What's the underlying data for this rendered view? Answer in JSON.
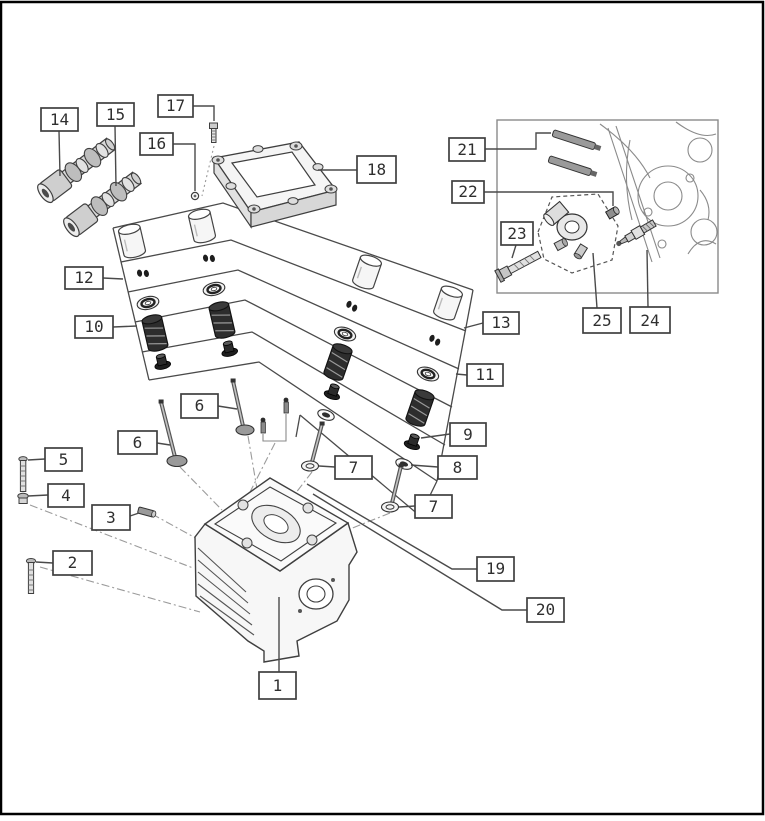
{
  "figure": {
    "kind": "exploded-parts-diagram",
    "subject": "engine cylinder head assembly"
  },
  "colors": {
    "background": "#ffffff",
    "ink": "#3f3f3f",
    "leader": "#4a4a4a",
    "dark_fill": "#2a2a2a",
    "light_fill": "#f2f2f2",
    "construction": "#9b9b9b",
    "frame": "#000000",
    "panel_border": "#8a8a8a"
  },
  "callouts": [
    {
      "id": "1",
      "label": "1"
    },
    {
      "id": "2",
      "label": "2"
    },
    {
      "id": "3",
      "label": "3"
    },
    {
      "id": "4",
      "label": "4"
    },
    {
      "id": "5",
      "label": "5"
    },
    {
      "id": "6-upper",
      "label": "6"
    },
    {
      "id": "6-lower",
      "label": "6"
    },
    {
      "id": "7-left",
      "label": "7"
    },
    {
      "id": "7-right",
      "label": "7"
    },
    {
      "id": "8",
      "label": "8"
    },
    {
      "id": "9",
      "label": "9"
    },
    {
      "id": "10",
      "label": "10"
    },
    {
      "id": "11",
      "label": "11"
    },
    {
      "id": "12",
      "label": "12"
    },
    {
      "id": "13",
      "label": "13"
    },
    {
      "id": "14",
      "label": "14"
    },
    {
      "id": "15",
      "label": "15"
    },
    {
      "id": "16",
      "label": "16"
    },
    {
      "id": "17",
      "label": "17"
    },
    {
      "id": "18",
      "label": "18"
    },
    {
      "id": "19",
      "label": "19"
    },
    {
      "id": "20",
      "label": "20"
    },
    {
      "id": "21",
      "label": "21"
    },
    {
      "id": "22",
      "label": "22"
    },
    {
      "id": "23",
      "label": "23"
    },
    {
      "id": "24",
      "label": "24"
    },
    {
      "id": "25",
      "label": "25"
    }
  ]
}
